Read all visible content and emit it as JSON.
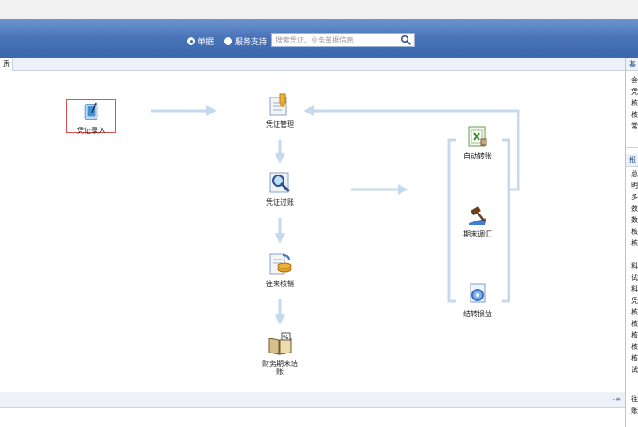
{
  "header": {
    "radio_options": [
      {
        "label": "单据",
        "selected": true
      },
      {
        "label": "服务支持",
        "selected": false
      }
    ],
    "search_placeholder": "搜索凭证、业务单据信息"
  },
  "tabbar": {
    "tab_label": "质"
  },
  "flow": {
    "nodes": [
      {
        "id": "voucher-entry",
        "label": "凭证录入",
        "icon": "clipboard-pen-icon"
      },
      {
        "id": "voucher-manage",
        "label": "凭证管理",
        "icon": "voucher-stamp-icon"
      },
      {
        "id": "voucher-post",
        "label": "凭证过账",
        "icon": "magnifier-ledger-icon"
      },
      {
        "id": "reconcile",
        "label": "往来核销",
        "icon": "coins-document-icon"
      },
      {
        "id": "close-period",
        "label": "财务期末结账",
        "icon": "book-percent-icon"
      },
      {
        "id": "auto-transfer",
        "label": "自动转账",
        "icon": "spreadsheet-icon"
      },
      {
        "id": "period-adjust",
        "label": "期末调汇",
        "icon": "gavel-icon"
      },
      {
        "id": "profit-loss",
        "label": "结转损益",
        "icon": "gear-document-icon"
      }
    ],
    "colors": {
      "arrow": "#c5d8ee",
      "header": "#4a74b8",
      "selected_border": "#e05050"
    }
  },
  "right_panel": {
    "sections": [
      {
        "head": "基",
        "items": [
          "会",
          "凭",
          "核",
          "核",
          "常"
        ]
      },
      {
        "head": "报",
        "items": [
          "总",
          "明",
          "多",
          "数",
          "数",
          "核",
          "核",
          "科",
          "试",
          "科",
          "凭",
          "核",
          "核",
          "核",
          "核",
          "核",
          "试",
          "往",
          "账"
        ]
      }
    ]
  },
  "bottombar": {
    "tool_glyph": "-≡"
  }
}
